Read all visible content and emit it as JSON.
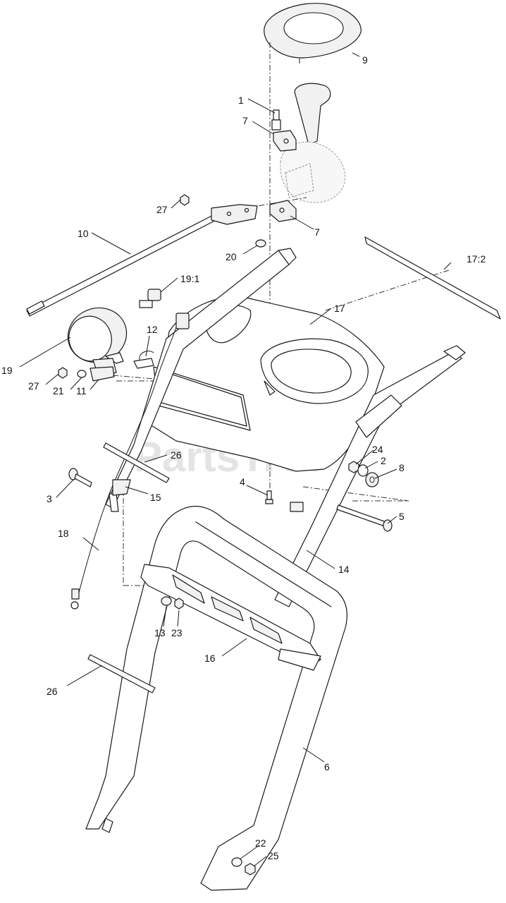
{
  "watermark": {
    "text": "PartsTree",
    "mark": "®"
  },
  "callouts": {
    "c1": "1",
    "c2": "2",
    "c3": "3",
    "c4": "4",
    "c5": "5",
    "c6": "6",
    "c7a": "7",
    "c7b": "7",
    "c8": "8",
    "c9": "9",
    "c10": "10",
    "c11": "11",
    "c12": "12",
    "c13": "13",
    "c14": "14",
    "c15": "15",
    "c16": "16",
    "c17": "17",
    "c17_2": "17:2",
    "c18": "18",
    "c19": "19",
    "c19_1": "19:1",
    "c20": "20",
    "c21": "21",
    "c22": "22",
    "c23": "23",
    "c24": "24",
    "c25": "25",
    "c26a": "26",
    "c26b": "26",
    "c27a": "27",
    "c27b": "27"
  }
}
